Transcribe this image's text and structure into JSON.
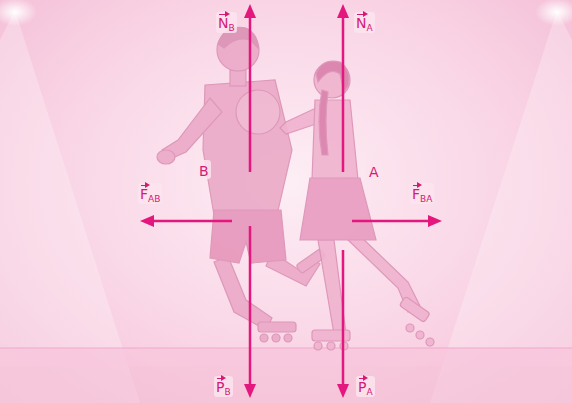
{
  "diagram": {
    "labels": [
      "NB",
      "NA",
      "B",
      "A",
      "FAB",
      "FBA",
      "PB",
      "PA"
    ]
  }
}
